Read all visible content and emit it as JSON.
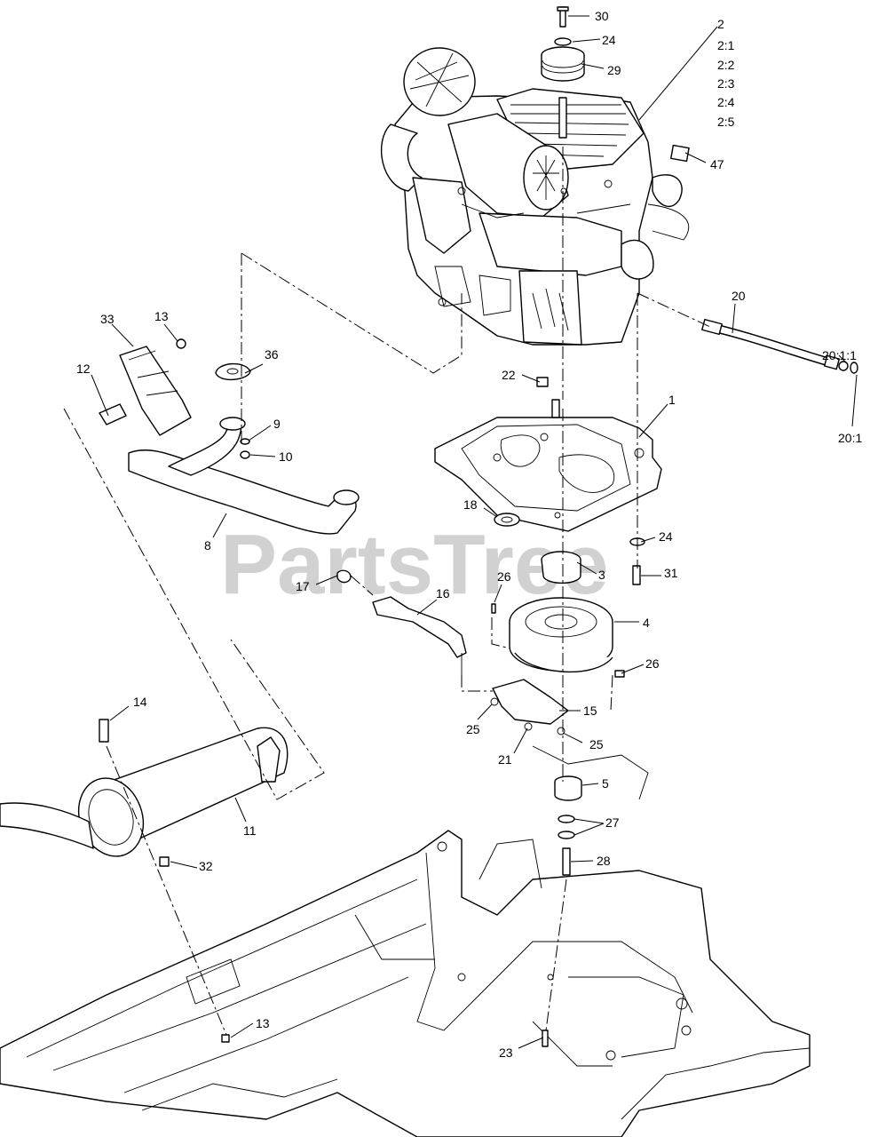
{
  "watermark": "PartsTree",
  "callouts": {
    "c30": "30",
    "c24a": "24",
    "c29": "29",
    "c2": "2",
    "c2_1": "2:1",
    "c2_2": "2:2",
    "c2_3": "2:3",
    "c2_4": "2:4",
    "c2_5": "2:5",
    "c47": "47",
    "c20": "20",
    "c20_1_1": "20:1:1",
    "c20_1": "20:1",
    "c33": "33",
    "c13a": "13",
    "c36": "36",
    "c12": "12",
    "c9": "9",
    "c10": "10",
    "c22": "22",
    "c1": "1",
    "c18": "18",
    "c8": "8",
    "c24b": "24",
    "c31": "31",
    "c3": "3",
    "c17": "17",
    "c26a": "26",
    "c16": "16",
    "c4": "4",
    "c26b": "26",
    "c15": "15",
    "c25a": "25",
    "c25b": "25",
    "c21": "21",
    "c14": "14",
    "c5": "5",
    "c27": "27",
    "c11": "11",
    "c28": "28",
    "c32": "32",
    "c13b": "13",
    "c23": "23"
  }
}
